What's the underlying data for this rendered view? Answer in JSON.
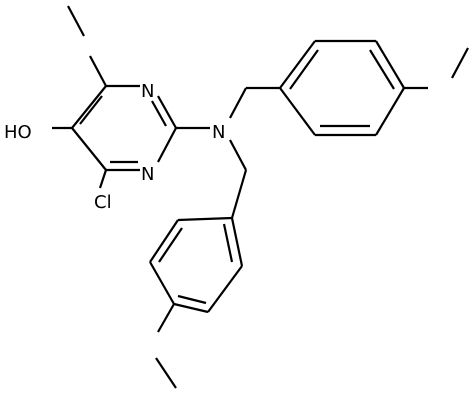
{
  "molecule": {
    "atoms": {
      "n_upper": "N",
      "n_lower": "N",
      "n_amine": "N",
      "hydroxyl": "HO",
      "chlorine": "Cl"
    }
  },
  "colors": {
    "bond": "#000000",
    "background": "#ffffff"
  }
}
